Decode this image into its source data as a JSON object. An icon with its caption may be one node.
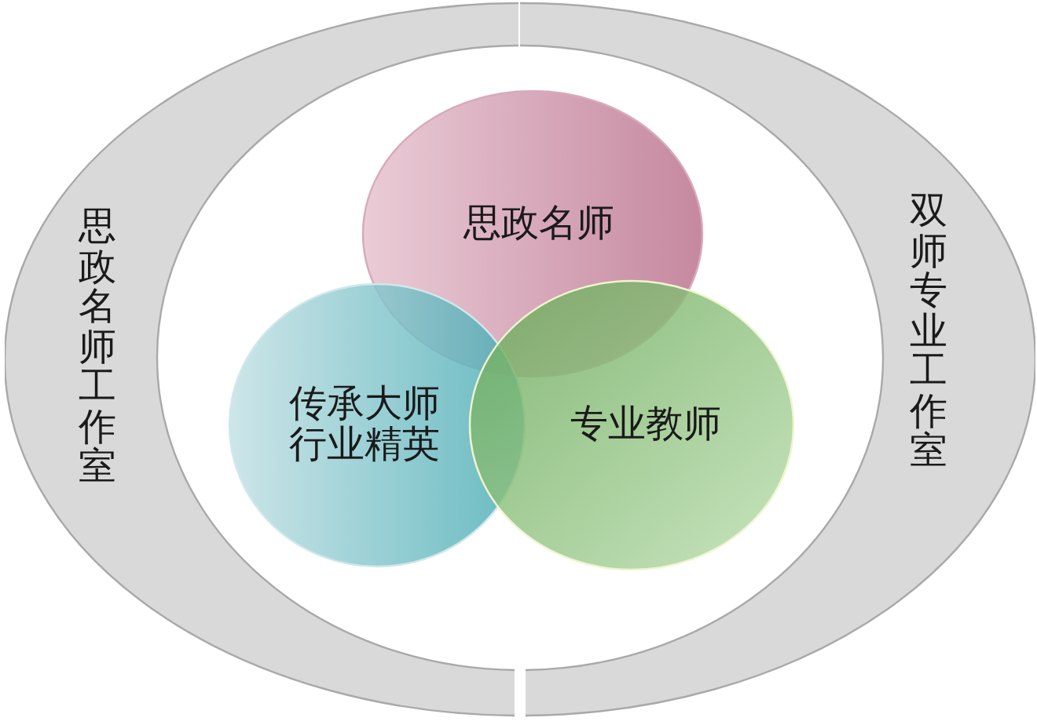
{
  "diagram": {
    "nodes": [
      {
        "text": [
          "思政名师工作室"
        ]
      },
      {
        "text": [
          "双师专业工作室"
        ]
      },
      {
        "text": [
          "思政名师"
        ]
      },
      {
        "text": [
          "传承大师行业精英"
        ]
      },
      {
        "text": [
          "专业教师"
        ]
      }
    ]
  }
}
